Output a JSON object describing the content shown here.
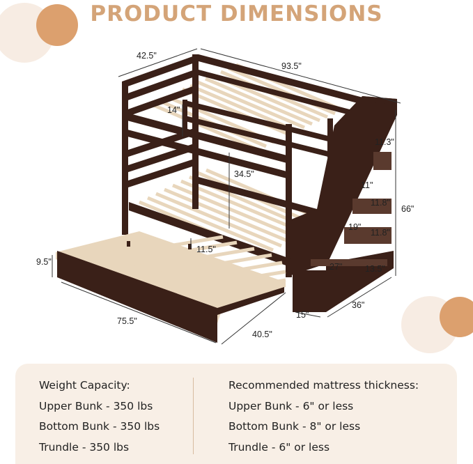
{
  "title": "PRODUCT DIMENSIONS",
  "colors": {
    "title": "#d4a478",
    "frame": "#3a2018",
    "slat": "#e8d6bc",
    "panel": "#f8efe6",
    "circle_dark": "#dca06e",
    "circle_light": "#f7ece3"
  },
  "dimensions": {
    "depth_top": "42.5\"",
    "length_top": "93.5\"",
    "guardrail": "14\"",
    "stair_top": "11.3\"",
    "bunk_gap": "34.5\"",
    "step_a": "11\"",
    "step_b": "11.8\"",
    "overall_height": "66\"",
    "step_c": "19\"",
    "step_d": "11.8\"",
    "trundle_clearance": "11.5\"",
    "trundle_height": "9.5\"",
    "stair_depth": "27\"",
    "stair_width": "13.5\"",
    "trundle_length": "75.5\"",
    "trundle_width": "40.5\"",
    "stair_base": "15\"",
    "stair_length": "36\""
  },
  "info": {
    "weight_heading": "Weight Capacity:",
    "weight_items": [
      "Upper Bunk - 350 lbs",
      "Bottom Bunk - 350 lbs",
      "Trundle - 350 lbs"
    ],
    "mattress_heading": "Recommended mattress thickness:",
    "mattress_items": [
      "Upper Bunk - 6\" or less",
      "Bottom Bunk - 8\" or less",
      "Trundle - 6\" or less"
    ]
  }
}
